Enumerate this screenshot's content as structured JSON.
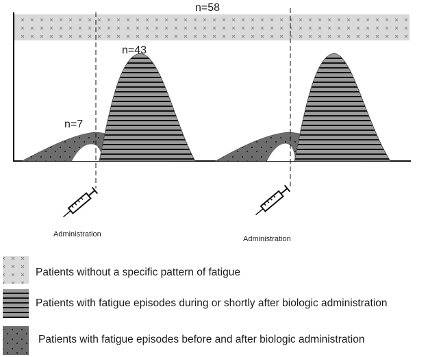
{
  "diagram": {
    "groups": [
      {
        "id": "no-pattern",
        "n_label": "n=58",
        "legend": "Patients without a specific pattern of fatigue"
      },
      {
        "id": "during-after",
        "n_label": "n=43",
        "legend": "Patients with fatigue episodes during or shortly after biologic administration"
      },
      {
        "id": "before-after",
        "n_label": "n=7",
        "legend": "Patients with fatigue episodes before and after biologic administration"
      }
    ],
    "administration_label": "Administration",
    "colors": {
      "band_fill": "#d9d9d9",
      "band_cross": "#8c8c8c",
      "striped_fill": "#9a9a9a",
      "stripe_line": "#111111",
      "dark_fill": "#6d6d6d",
      "dots": "#111111",
      "axis": "#111111"
    },
    "icons": [
      "syringe-icon",
      "syringe-icon"
    ]
  }
}
